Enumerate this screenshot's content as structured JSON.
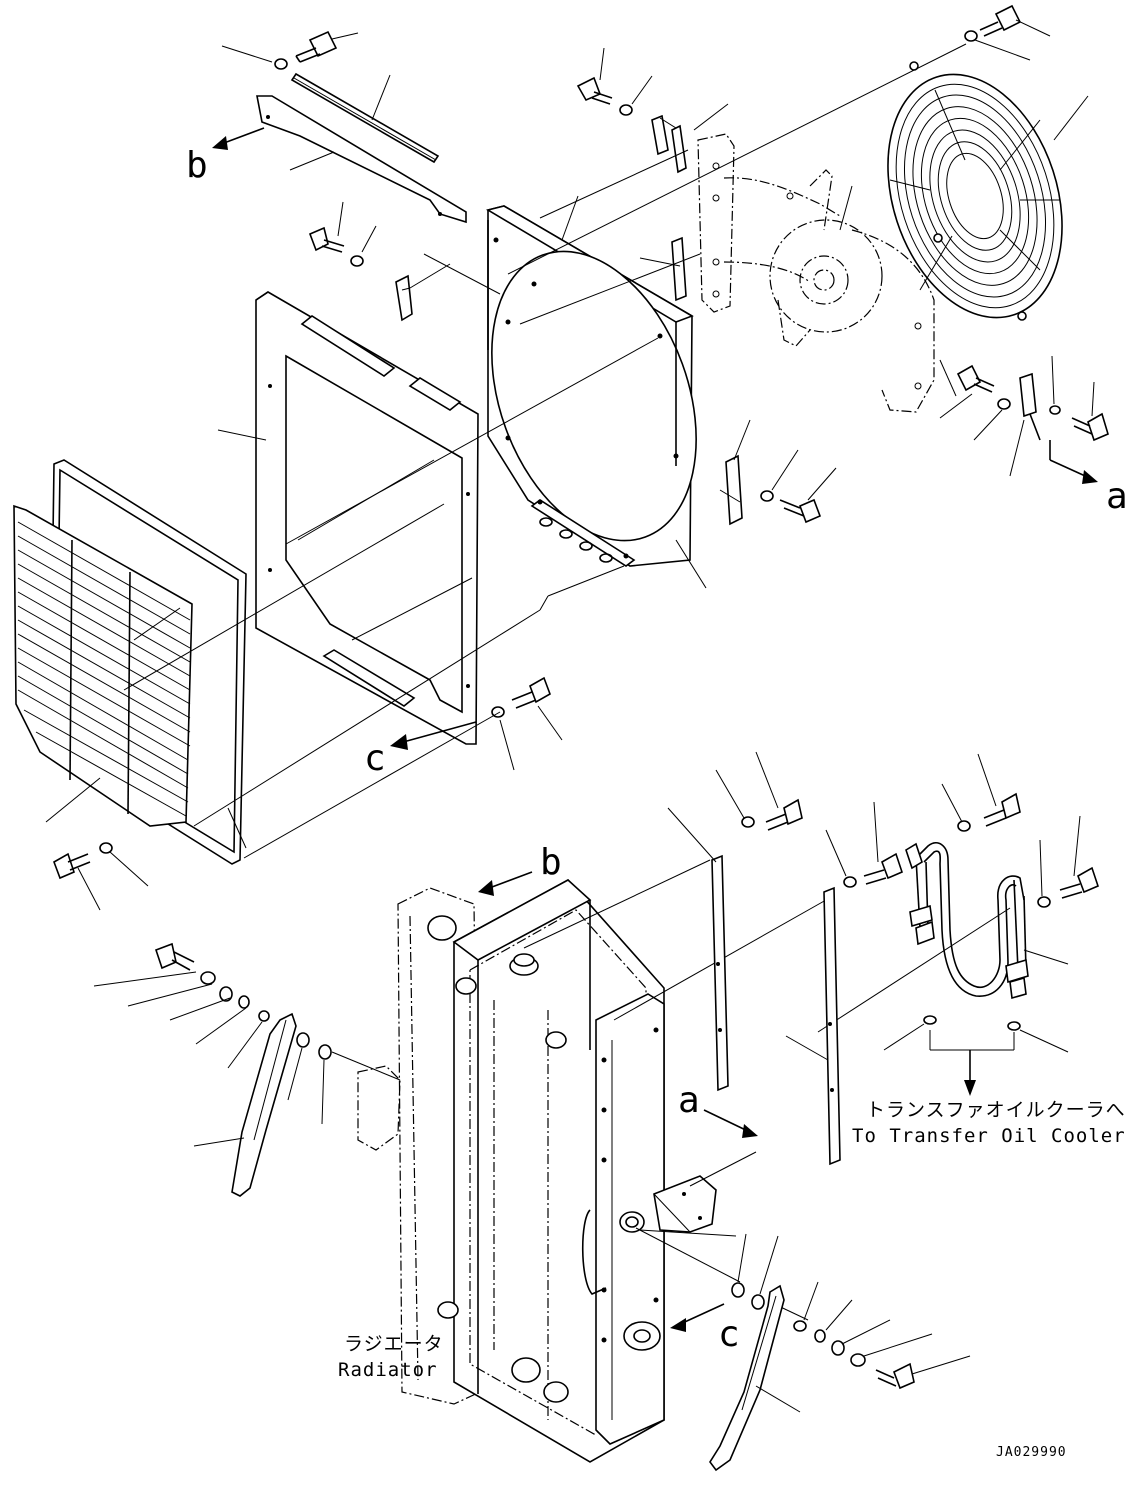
{
  "labels": {
    "a": "a",
    "b": "b",
    "c": "c",
    "transfer_jp": "トランスファオイルクーラへ",
    "transfer_en": "To Transfer Oil Cooler",
    "radiator_jp": "ラジエータ",
    "radiator_en": "Radiator",
    "drawing_code": "JA029990"
  }
}
